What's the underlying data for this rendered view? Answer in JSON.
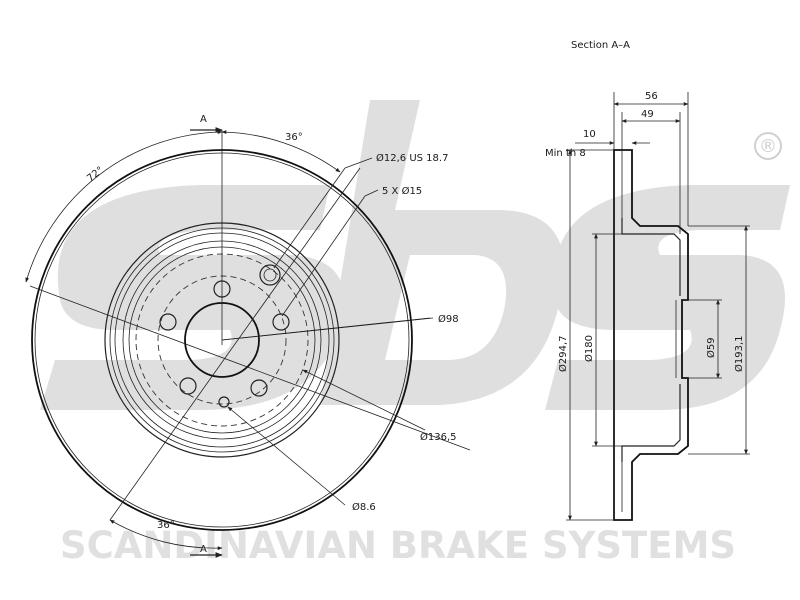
{
  "watermark": {
    "brand_text": "SCANDINAVIAN BRAKE SYSTEMS",
    "registered_mark": "®",
    "logo_letters": "sbs"
  },
  "section_view": {
    "title": "Section A–A",
    "dim_overall_width": "56",
    "dim_hat_width": "49",
    "dim_disc_thickness": "10",
    "min_thickness": "Min th 8",
    "dia_outer": "Ø294,7",
    "dia_friction_inner": "Ø180",
    "dia_center_bore": "Ø59",
    "dia_hat": "Ø193,1"
  },
  "front_view": {
    "section_marker": "A",
    "angle_top_36": "36°",
    "angle_72": "72°",
    "angle_bottom_36": "36°",
    "hole_threaded": "Ø12,6 US 18.7",
    "bolt_holes": "5 X Ø15",
    "dia_pcd_98": "Ø98",
    "dia_136": "Ø136,5",
    "dia_small_hole": "Ø8.6"
  }
}
